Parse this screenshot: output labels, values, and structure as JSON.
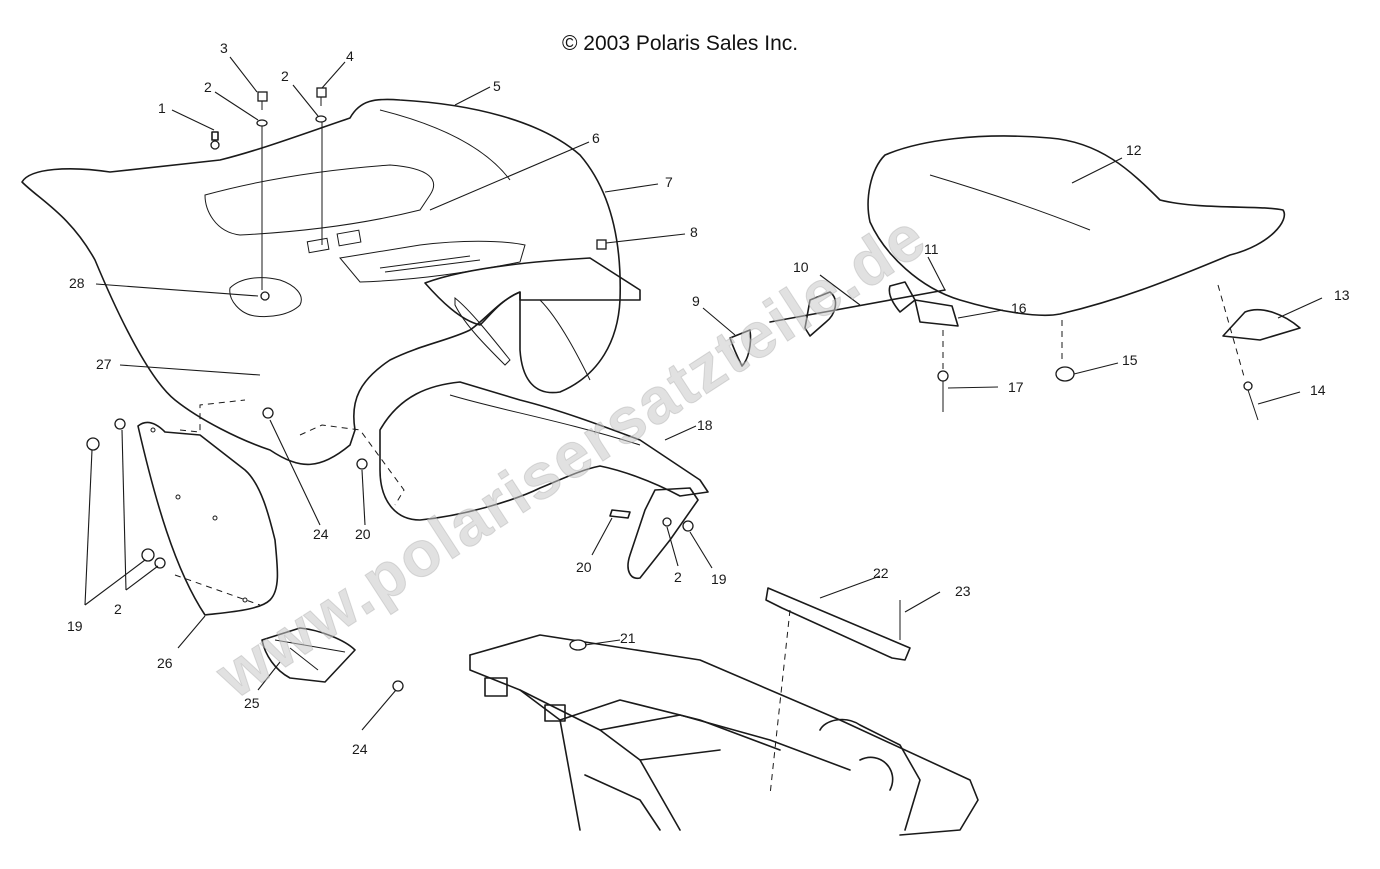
{
  "copyright": "© 2003 Polaris Sales Inc.",
  "watermark": "www.polarisersatzteile.de",
  "callouts": [
    {
      "id": "c1",
      "label": "1"
    },
    {
      "id": "c2a",
      "label": "2"
    },
    {
      "id": "c3",
      "label": "3"
    },
    {
      "id": "c2b",
      "label": "2"
    },
    {
      "id": "c4",
      "label": "4"
    },
    {
      "id": "c5",
      "label": "5"
    },
    {
      "id": "c6",
      "label": "6"
    },
    {
      "id": "c7",
      "label": "7"
    },
    {
      "id": "c8",
      "label": "8"
    },
    {
      "id": "c9",
      "label": "9"
    },
    {
      "id": "c10",
      "label": "10"
    },
    {
      "id": "c11",
      "label": "11"
    },
    {
      "id": "c12",
      "label": "12"
    },
    {
      "id": "c13",
      "label": "13"
    },
    {
      "id": "c14",
      "label": "14"
    },
    {
      "id": "c15",
      "label": "15"
    },
    {
      "id": "c16",
      "label": "16"
    },
    {
      "id": "c17",
      "label": "17"
    },
    {
      "id": "c18",
      "label": "18"
    },
    {
      "id": "c19a",
      "label": "19"
    },
    {
      "id": "c19b",
      "label": "19"
    },
    {
      "id": "c2c",
      "label": "2"
    },
    {
      "id": "c2d",
      "label": "2"
    },
    {
      "id": "c20a",
      "label": "20"
    },
    {
      "id": "c20b",
      "label": "20"
    },
    {
      "id": "c21",
      "label": "21"
    },
    {
      "id": "c22",
      "label": "22"
    },
    {
      "id": "c23",
      "label": "23"
    },
    {
      "id": "c24a",
      "label": "24"
    },
    {
      "id": "c24b",
      "label": "24"
    },
    {
      "id": "c25",
      "label": "25"
    },
    {
      "id": "c26",
      "label": "26"
    },
    {
      "id": "c27",
      "label": "27"
    },
    {
      "id": "c28",
      "label": "28"
    }
  ]
}
